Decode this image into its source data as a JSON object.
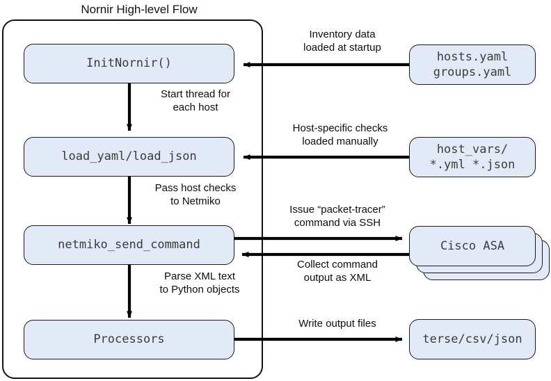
{
  "diagram": {
    "title": "Nornir High-level Flow",
    "type": "flowchart",
    "colors": {
      "node_fill": "#e3eaf7",
      "node_stroke": "#1a1a1a",
      "group_stroke": "#111111",
      "edge_stroke": "#000000",
      "node_text": "#3b3b3b",
      "label_text": "#0d0d0d",
      "background": "#ffffff"
    },
    "group": {
      "name": "nornir-process-frame"
    },
    "nodes": [
      {
        "id": "init-nornir",
        "label": "InitNornir()",
        "group": "inside"
      },
      {
        "id": "load-yaml-load-json",
        "label": "load_yaml/load_json",
        "group": "inside"
      },
      {
        "id": "netmiko-send-command",
        "label": "netmiko_send_command",
        "group": "inside"
      },
      {
        "id": "processors",
        "label": "Processors",
        "group": "inside"
      },
      {
        "id": "hosts-yaml",
        "label": "hosts.yaml\ngroups.yaml",
        "group": "outside"
      },
      {
        "id": "host-vars",
        "label": "host_vars/\n*.yml *.json",
        "group": "outside"
      },
      {
        "id": "cisco-asa",
        "label": "Cisco ASA",
        "group": "outside",
        "stacked": true,
        "stack_count": 3
      },
      {
        "id": "terse-csv-json",
        "label": "terse/csv/json",
        "group": "outside"
      }
    ],
    "edges": [
      {
        "id": "e1",
        "from": "hosts-yaml",
        "to": "init-nornir",
        "label": "Inventory data\nloaded at startup"
      },
      {
        "id": "e2",
        "from": "init-nornir",
        "to": "load-yaml-load-json",
        "label": "Start thread for\neach host"
      },
      {
        "id": "e3",
        "from": "host-vars",
        "to": "load-yaml-load-json",
        "label": "Host-specific checks\nloaded manually"
      },
      {
        "id": "e4",
        "from": "load-yaml-load-json",
        "to": "netmiko-send-command",
        "label": "Pass host checks\nto Netmiko"
      },
      {
        "id": "e5",
        "from": "netmiko-send-command",
        "to": "cisco-asa",
        "label": "Issue “packet-tracer”\ncommand via SSH"
      },
      {
        "id": "e6",
        "from": "cisco-asa",
        "to": "netmiko-send-command",
        "label": "Collect command\noutput as XML"
      },
      {
        "id": "e7",
        "from": "netmiko-send-command",
        "to": "processors",
        "label": "Parse XML text\nto Python objects"
      },
      {
        "id": "e8",
        "from": "processors",
        "to": "terse-csv-json",
        "label": "Write output files"
      }
    ]
  }
}
